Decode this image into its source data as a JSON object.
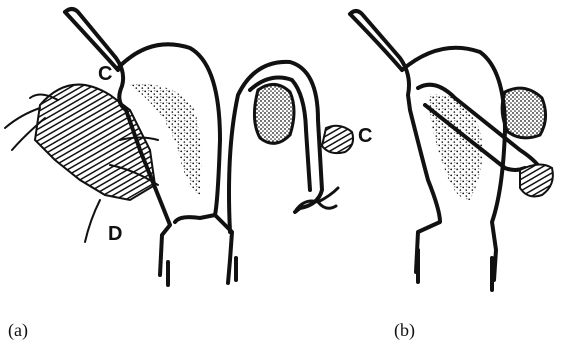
{
  "figure": {
    "panel_a": {
      "caption": "(a)",
      "labels": {
        "c_top": "C",
        "c_right": "C",
        "d": "D"
      }
    },
    "panel_b": {
      "caption": "(b)"
    }
  }
}
